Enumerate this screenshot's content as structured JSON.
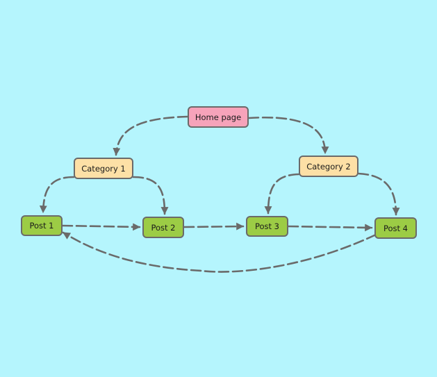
{
  "colors": {
    "background": "#b5f5fd",
    "home": "#f6a3ba",
    "category": "#fde0a6",
    "post": "#9ccc45",
    "edge": "#6a6a6a"
  },
  "nodes": {
    "home": {
      "label": "Home page",
      "kind": "home"
    },
    "cat1": {
      "label": "Category 1",
      "kind": "category"
    },
    "cat2": {
      "label": "Category 2",
      "kind": "category"
    },
    "post1": {
      "label": "Post 1",
      "kind": "post"
    },
    "post2": {
      "label": "Post 2",
      "kind": "post"
    },
    "post3": {
      "label": "Post 3",
      "kind": "post"
    },
    "post4": {
      "label": "Post 4",
      "kind": "post"
    }
  },
  "edges": [
    {
      "from": "home",
      "to": "cat1",
      "style": "dashed"
    },
    {
      "from": "home",
      "to": "cat2",
      "style": "dashed"
    },
    {
      "from": "cat1",
      "to": "post1",
      "style": "dashed"
    },
    {
      "from": "cat1",
      "to": "post2",
      "style": "dashed"
    },
    {
      "from": "cat2",
      "to": "post3",
      "style": "dashed"
    },
    {
      "from": "cat2",
      "to": "post4",
      "style": "dashed"
    },
    {
      "from": "post1",
      "to": "post2",
      "style": "dashed"
    },
    {
      "from": "post2",
      "to": "post3",
      "style": "dashed"
    },
    {
      "from": "post3",
      "to": "post4",
      "style": "dashed"
    },
    {
      "from": "post4",
      "to": "post1",
      "style": "dashed"
    }
  ]
}
